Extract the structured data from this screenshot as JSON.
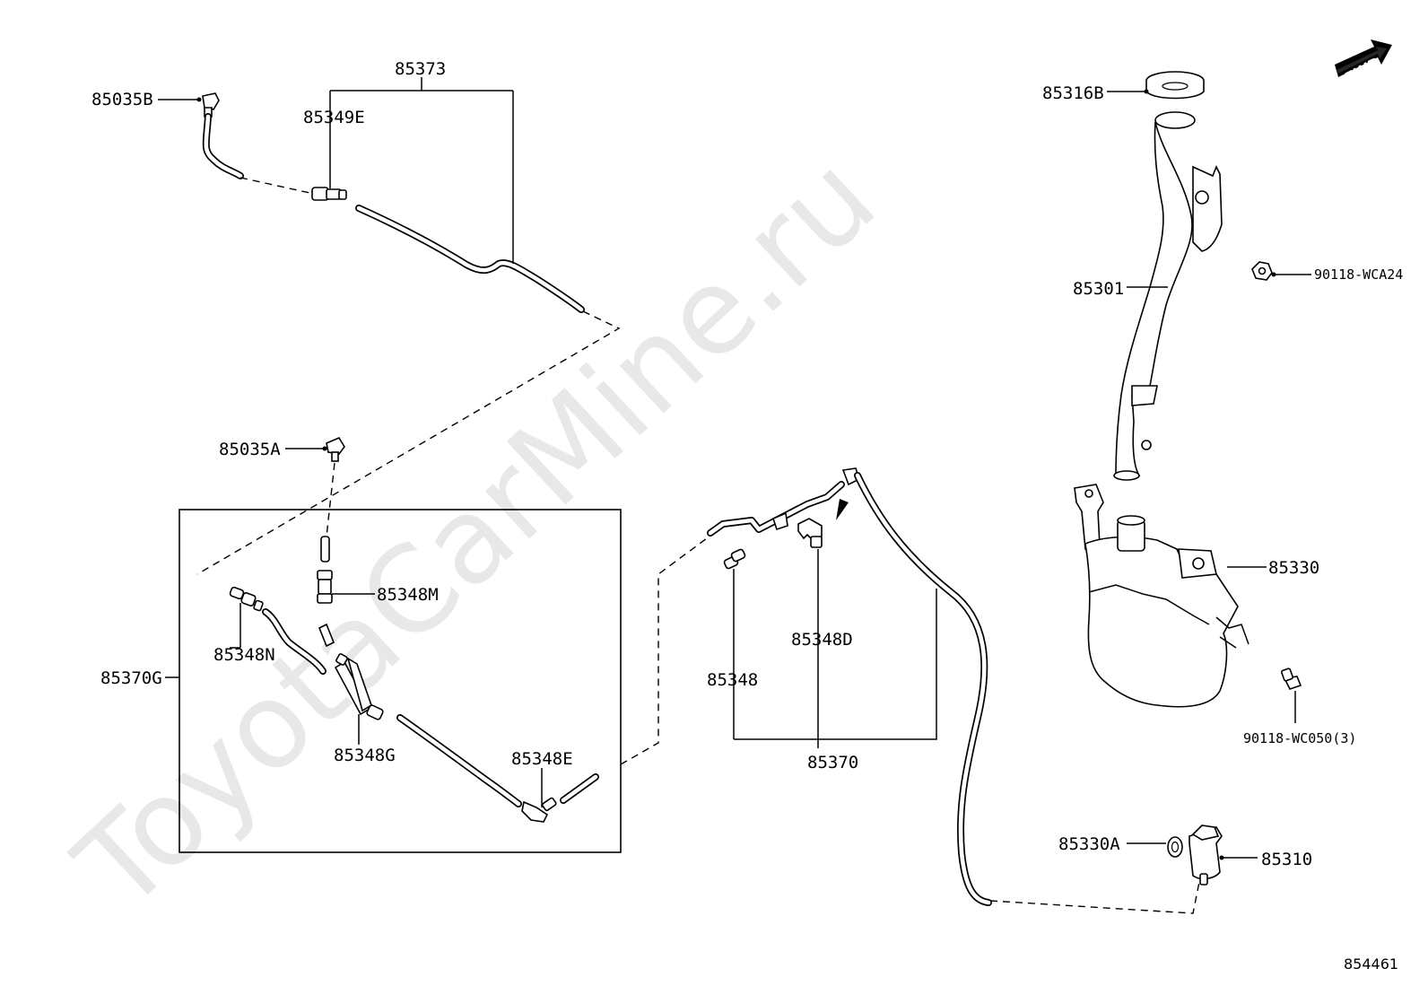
{
  "watermark": "ToyotaCarMine.ru",
  "direction_badge": "FWD",
  "diagram_id": "854461",
  "parts": {
    "p85035B": "85035B",
    "p85373": "85373",
    "p85349E": "85349E",
    "p85035A": "85035A",
    "p85348M": "85348M",
    "p85348N": "85348N",
    "p85370G": "85370G",
    "p85348G": "85348G",
    "p85348E": "85348E",
    "p85348": "85348",
    "p85348D": "85348D",
    "p85370": "85370",
    "p85316B": "85316B",
    "p85301": "85301",
    "p90118WCA24": "90118-WCA24",
    "p85330": "85330",
    "p90118WC050": "90118-WC050(3)",
    "p85330A": "85330A",
    "p85310": "85310"
  }
}
